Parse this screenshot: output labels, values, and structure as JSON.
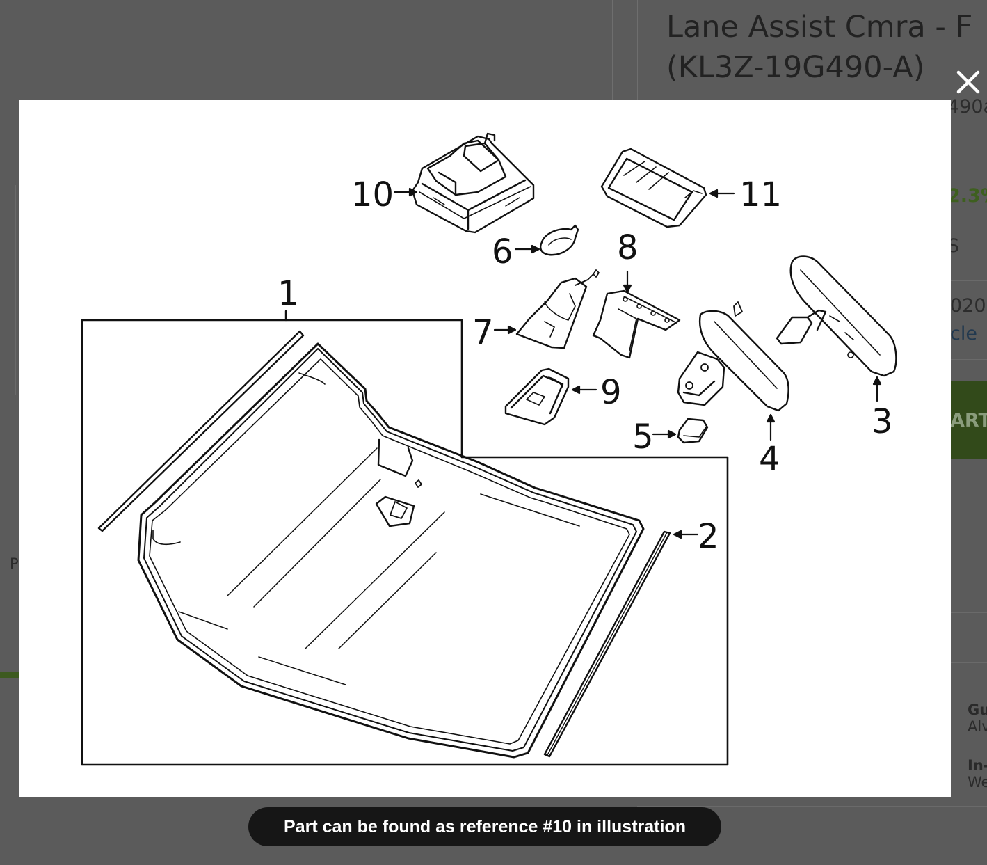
{
  "background": {
    "title_line1": "Lane Assist Cmra - F",
    "title_line2": "(KL3Z-19G490-A)",
    "frag_490": "490a",
    "frag_pct": "2.3%",
    "frag_s": "S",
    "frag_020": "020",
    "frag_cle": "cle",
    "cart_label": "ART",
    "frag_p": "P",
    "guarantee_title": "Gu",
    "guarantee_sub": "Alv",
    "instock_title": "In-",
    "instock_sub": "We"
  },
  "modal": {
    "close_label": "×",
    "caption": "Part can be found as reference #10 in illustration",
    "callouts": [
      "1",
      "2",
      "3",
      "4",
      "5",
      "6",
      "7",
      "8",
      "9",
      "10",
      "11"
    ]
  }
}
